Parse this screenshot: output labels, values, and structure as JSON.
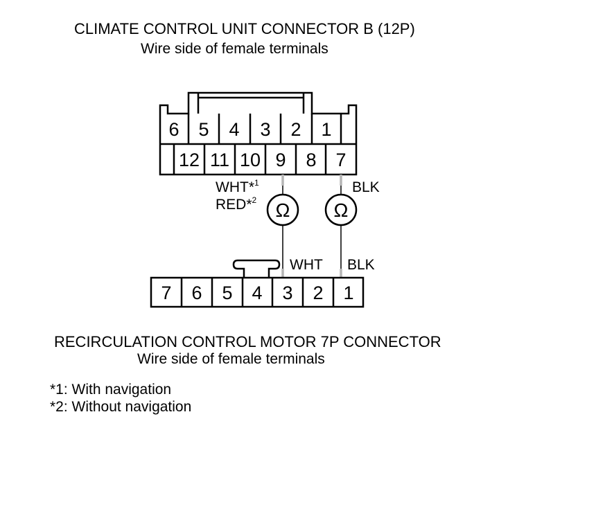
{
  "top_connector": {
    "title": "CLIMATE CONTROL UNIT CONNECTOR B (12P)",
    "subtitle": "Wire side of female terminals",
    "row_top": [
      "6",
      "5",
      "4",
      "3",
      "2",
      "1"
    ],
    "row_bottom": [
      "",
      "12",
      "11",
      "10",
      "9",
      "8",
      "7"
    ]
  },
  "bottom_connector": {
    "title": "RECIRCULATION CONTROL MOTOR 7P CONNECTOR",
    "subtitle": "Wire side of female terminals",
    "pins": [
      "7",
      "6",
      "5",
      "4",
      "3",
      "2",
      "1"
    ]
  },
  "wire_labels": {
    "left_upper": "WHT*",
    "left_upper_sup": "1",
    "left_lower": "RED*",
    "left_lower_sup": "2",
    "right_upper": "BLK",
    "left_bottom": "WHT",
    "right_bottom": "BLK"
  },
  "meter_symbol": "Ω",
  "notes": [
    "*1: With navigation",
    "*2: Without navigation"
  ]
}
